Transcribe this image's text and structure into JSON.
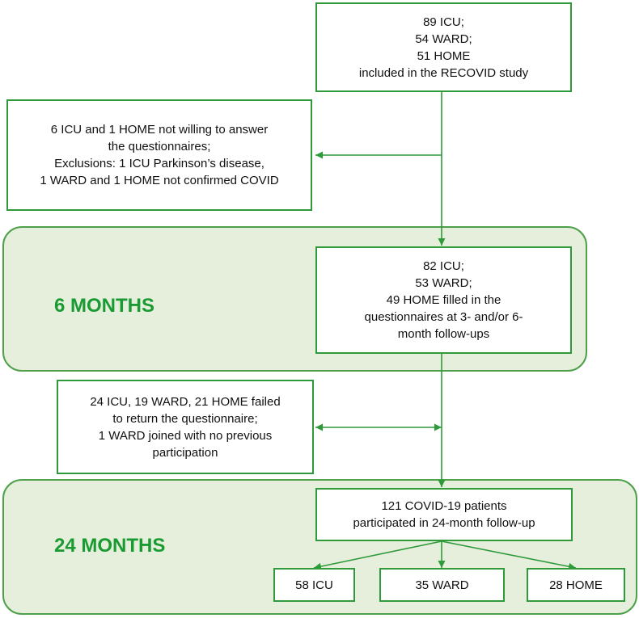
{
  "enrolled": {
    "lines": [
      "89 ICU;",
      "54 WARD;",
      "51 HOME",
      "included in the RECOVID study"
    ]
  },
  "exclusions": {
    "lines": [
      "6 ICU and 1 HOME not willing to answer",
      "the questionnaires;",
      "Exclusions: 1 ICU Parkinson’s disease,",
      "1 WARD and 1 HOME not confirmed COVID"
    ]
  },
  "six_months": {
    "label": "6 MONTHS",
    "box": {
      "lines": [
        "82 ICU;",
        "53 WARD;",
        "49 HOME filled in the",
        "questionnaires at 3- and/or 6-",
        "month follow-ups"
      ]
    }
  },
  "attrition": {
    "lines": [
      "24 ICU, 19 WARD, 21 HOME failed",
      "to return the questionnaire;",
      "1 WARD joined with no previous",
      "participation"
    ]
  },
  "twentyfour_months": {
    "label": "24 MONTHS",
    "box": {
      "lines": [
        "121 COVID-19 patients",
        "participated in 24-month follow-up"
      ]
    },
    "groups": {
      "icu": "58 ICU",
      "ward": "35 WARD",
      "home": "28 HOME"
    }
  },
  "colors": {
    "arrow": "#2f9a3a",
    "panel_fill": "#e6efdc",
    "panel_border": "#4ea04a",
    "label": "#1a9a32"
  }
}
